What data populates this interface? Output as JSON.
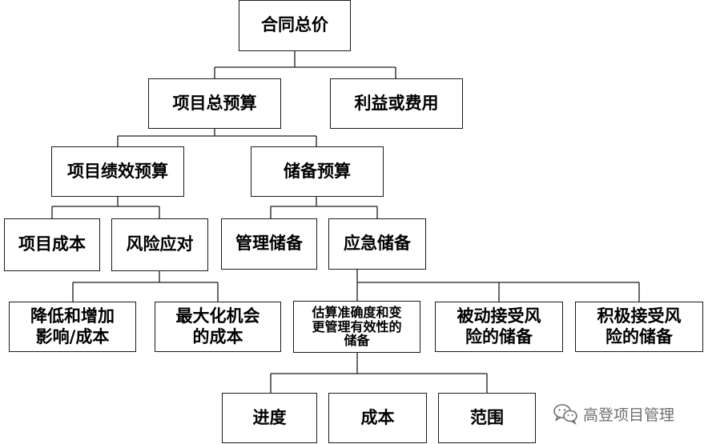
{
  "colors": {
    "line": "#1a1a1a",
    "box_border": "#1a1a1a",
    "text": "#000000",
    "watermark": "#6f6f6f"
  },
  "nodes": {
    "root": "合同总价",
    "project_total_budget": "项目总预算",
    "profit_or_fee": "利益或费用",
    "project_performance_budget": "项目绩效预算",
    "reserve_budget": "储备预算",
    "project_cost": "项目成本",
    "risk_response": "风险应对",
    "management_reserve": "管理储备",
    "contingency_reserve": "应急储备",
    "reduce_impact_cost": "降低和增加\n影响/成本",
    "maximize_opportunity_cost": "最大化机会\n的成本",
    "estimate_accuracy_reserve": "估算准确度和变\n更管理有效性的\n储备",
    "passive_acceptance_reserve": "被动接受风\n险的储备",
    "active_acceptance_reserve": "积极接受风\n险的储备",
    "schedule": "进度",
    "cost": "成本",
    "scope": "范围"
  },
  "watermark": {
    "icon": "wechat-icon",
    "text": "高登项目管理"
  }
}
